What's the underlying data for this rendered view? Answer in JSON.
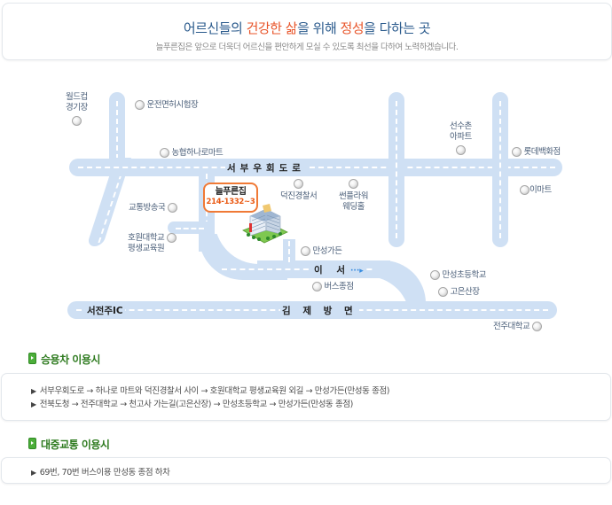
{
  "header": {
    "headline_parts": [
      {
        "text": "어르신들의 ",
        "highlight": false
      },
      {
        "text": "건강한 삶",
        "highlight": true
      },
      {
        "text": "을 위해 ",
        "highlight": false
      },
      {
        "text": "정성",
        "highlight": true
      },
      {
        "text": "을 다하는 곳",
        "highlight": false
      }
    ],
    "subline": "늘푸른집은 앞으로 더욱더 어르신을 편안하게 모실 수 있도록 최선을 다하여 노력하겠습니다."
  },
  "colors": {
    "headline": "#2a5a8c",
    "highlight": "#e8552a",
    "road": "#cfe0f4",
    "bubble_border": "#f07a36",
    "section_title": "#2d7a1e"
  },
  "map": {
    "destination": {
      "name": "늘푸른집",
      "address": "214-1332~3"
    },
    "roads": {
      "seobu": "서부우회도로",
      "gimje": "김 제 방 면",
      "seojeonju_ic": "서전주IC",
      "iseo": "이 서"
    },
    "pois": {
      "worldcup": [
        "월드컵",
        "경기장"
      ],
      "license_center": "운전면허시험장",
      "nh_mart": "농협하나로마트",
      "seonsuchon": [
        "선수촌",
        "아파트"
      ],
      "lotte": "롯데백화점",
      "emart": "이마트",
      "deokjin_police": "덕진경찰서",
      "sunflower": [
        "썬플라워",
        "웨딩홀"
      ],
      "broadcast": "교통방송국",
      "howon": [
        "호원대학교",
        "평생교육원"
      ],
      "mansung_garden": "만성가든",
      "bus_terminal": "버스종점",
      "mansung_school": "만성초등학교",
      "goeun": "고은산장",
      "jeonju_univ": "전주대학교"
    }
  },
  "car_section": {
    "title": "승용차 이용시",
    "routes": [
      "서부우회도로 → 하나로 마트와 덕진경찰서 사이 → 호원대학교 평생교육원 외길 → 만성가든(만성동 종점)",
      "전북도청 → 전주대학교 → 천고사 가는길(고은산장) → 만성초등학교 →  만성가든(만성동 종점)"
    ]
  },
  "transit_section": {
    "title": "대중교통 이용시",
    "routes": [
      "69번, 70번 버스이용 만성동 종점 하차"
    ]
  }
}
